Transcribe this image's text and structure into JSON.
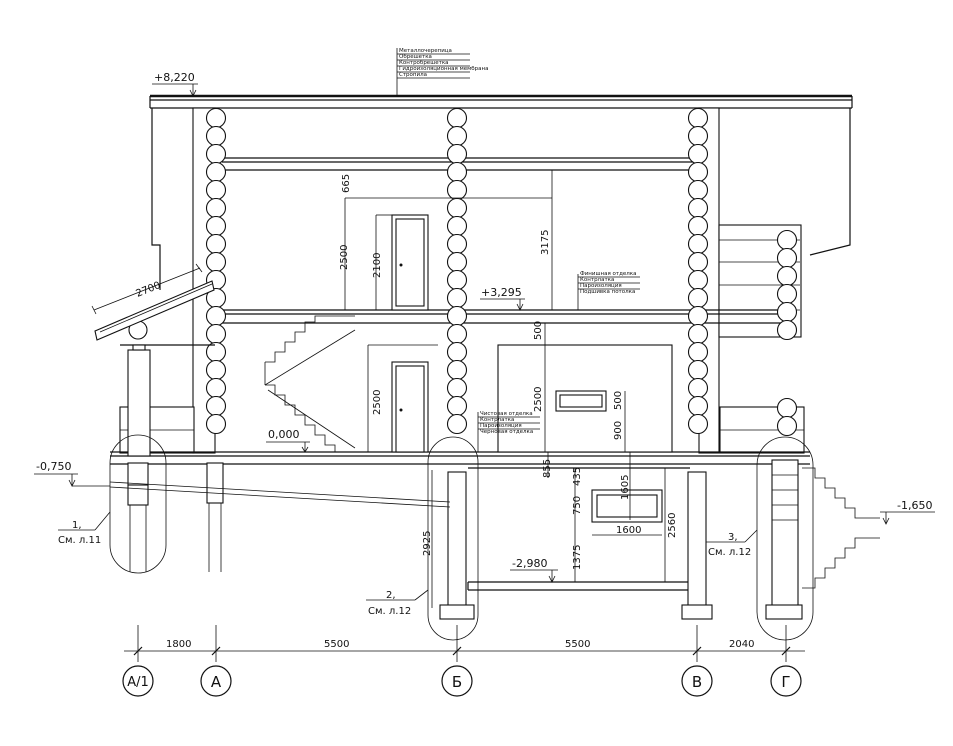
{
  "levels": {
    "ridge": "+8,220",
    "floor2": "+3,295",
    "floor1": "0,000",
    "ground_left": "-0,750",
    "ground_right": "-1,650",
    "basement": "-2,980"
  },
  "roof_notes": [
    "Металлочерепица",
    "Обрешетка",
    "Контробрешетка",
    "Гидроизоляционная мембрана",
    "Стропила"
  ],
  "floor2_notes": [
    "Финишная отделка",
    "Контрлатка",
    "Пароизоляция",
    "Подшивка потолка"
  ],
  "floor1_notes": [
    "Чистовая отделка",
    "Контрлатка",
    "Пароизоляция",
    "Черновая отделка"
  ],
  "dims": {
    "canopy": "2700",
    "upper_gap": "665",
    "door2_frame": "2500",
    "door2": "2100",
    "floor2_height": "3175",
    "door1_frame": "2500",
    "slab_gap": "500",
    "window_h": "500",
    "room1_height": "2500",
    "sill": "900",
    "floor_to_base": "855",
    "base_top": "435",
    "base_win_h": "750",
    "base_win_w": "1600",
    "base_pillar": "1605",
    "base_height": "2560",
    "base_bottom": "1375",
    "pile_depth": "2925"
  },
  "callouts": [
    {
      "num": "1,",
      "ref": "См. л.11"
    },
    {
      "num": "2,",
      "ref": "См. л.12"
    },
    {
      "num": "3,",
      "ref": "См. л.12"
    }
  ],
  "axis_dims": [
    "1800",
    "5500",
    "5500",
    "2040"
  ],
  "axes": [
    "А/1",
    "А",
    "Б",
    "В",
    "Г"
  ]
}
